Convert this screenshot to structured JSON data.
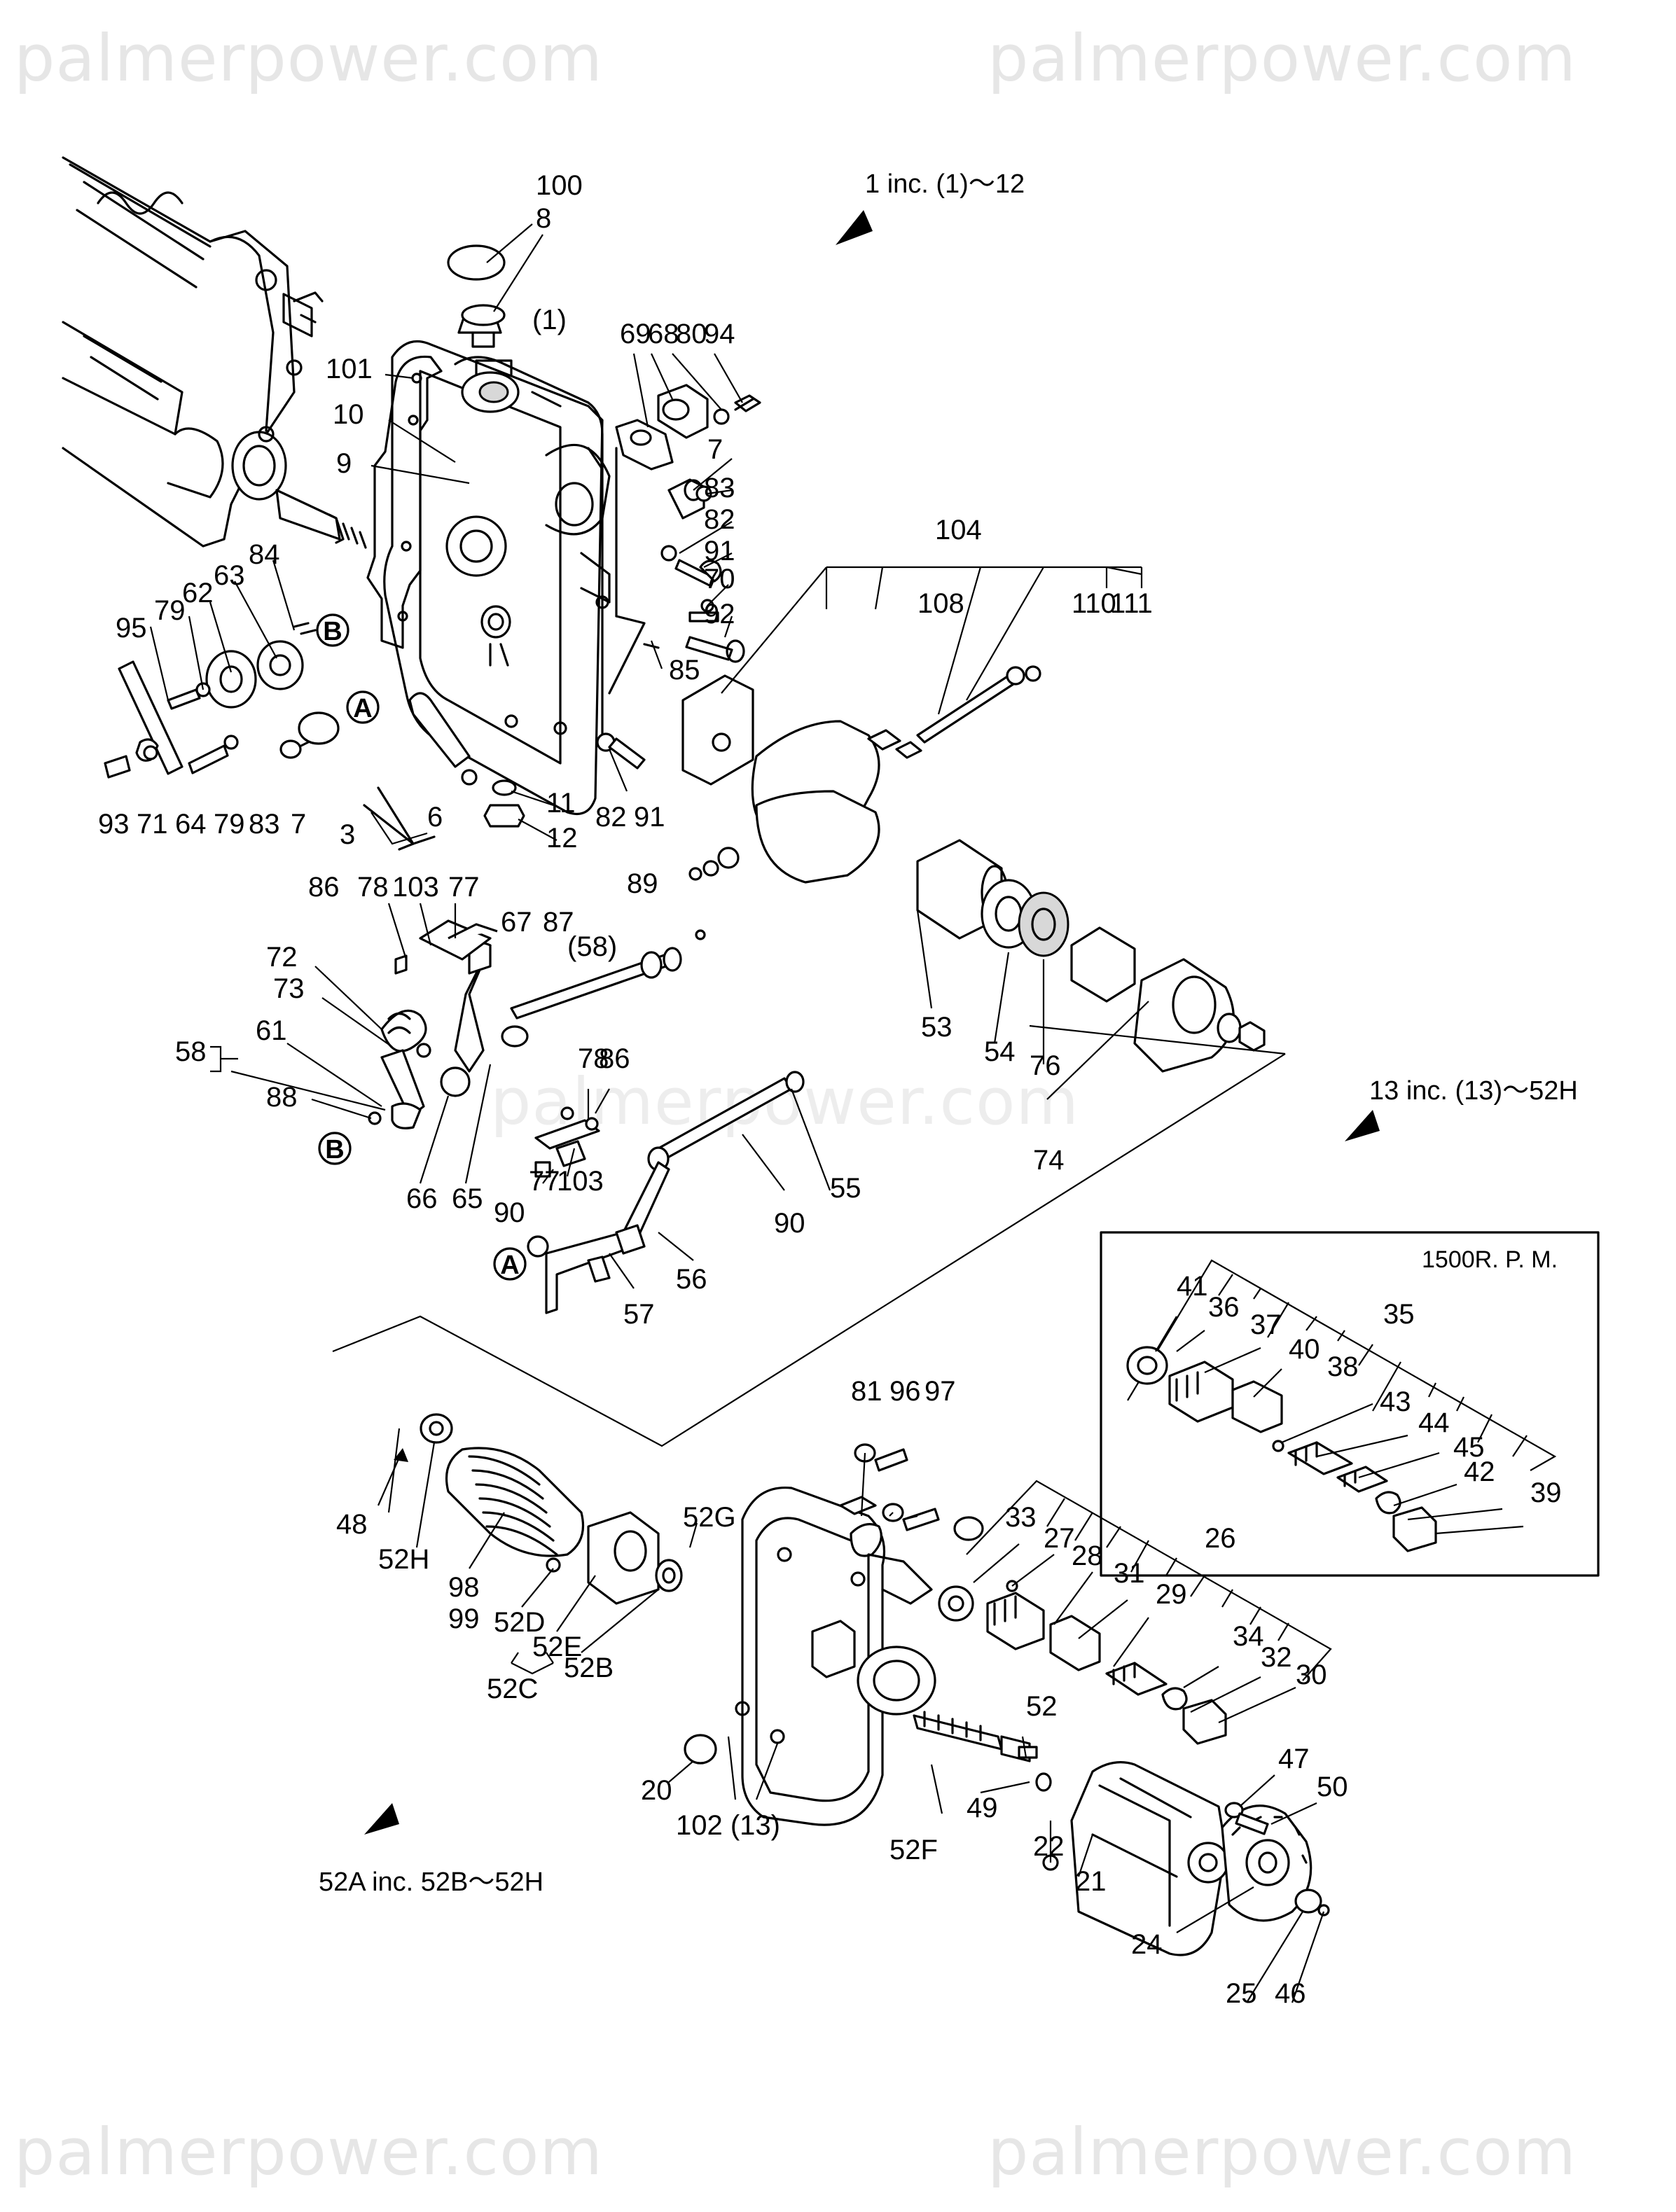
{
  "watermark": {
    "text": "palmerpower.com",
    "mid_text": "palmerpower.com"
  },
  "notes": {
    "group1": "1 inc. (1)～12",
    "group13": "13 inc. (13)～52H",
    "group52a": "52A inc. 52B～52H",
    "rpm": "1500R. P. M."
  },
  "callouts": {
    "A": "A",
    "B": "B"
  },
  "labels": [
    "100",
    "8",
    "(1)",
    "69",
    "68",
    "80",
    "94",
    "101",
    "10",
    "9",
    "7",
    "83",
    "82",
    "91",
    "70",
    "92",
    "84",
    "63",
    "62",
    "79",
    "95",
    "85",
    "104",
    "108",
    "110",
    "111",
    "93",
    "71",
    "64",
    "79",
    "83",
    "7",
    "3",
    "6",
    "11",
    "12",
    "82",
    "91",
    "86",
    "78",
    "103",
    "77",
    "67",
    "87",
    "(58)",
    "89",
    "72",
    "73",
    "61",
    "58",
    "88",
    "66",
    "65",
    "78",
    "86",
    "77",
    "103",
    "90",
    "55",
    "90",
    "56",
    "57",
    "53",
    "54",
    "76",
    "74",
    "41",
    "36",
    "37",
    "35",
    "40",
    "38",
    "43",
    "44",
    "45",
    "42",
    "39",
    "81",
    "96",
    "97",
    "33",
    "27",
    "28",
    "26",
    "31",
    "29",
    "34",
    "32",
    "30",
    "48",
    "52H",
    "98",
    "99",
    "52D",
    "52E",
    "52B",
    "52C",
    "52G",
    "20",
    "102 (13)",
    "52F",
    "52",
    "49",
    "22",
    "21",
    "47",
    "50",
    "24",
    "25",
    "46"
  ]
}
